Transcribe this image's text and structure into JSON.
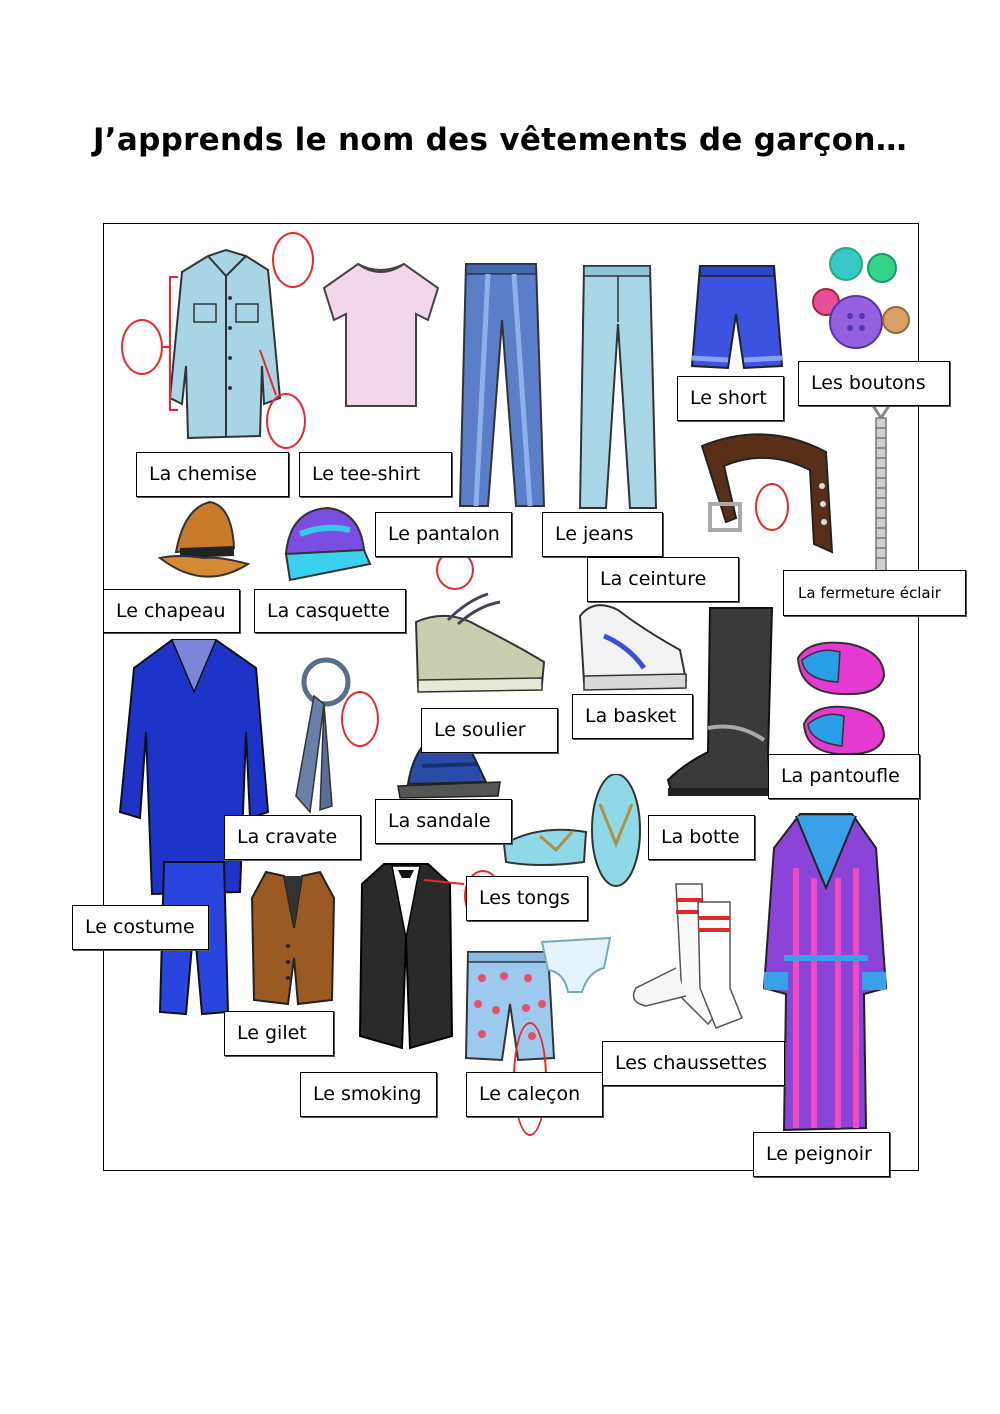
{
  "title": "J’apprends le nom des vêtements de garçon…",
  "labels": {
    "chemise": "La chemise",
    "teeshirt": "Le tee-shirt",
    "pantalon": "Le pantalon",
    "jeans": "Le jeans",
    "short": "Le short",
    "boutons": "Les boutons",
    "ceinture": "La ceinture",
    "fermeture": "La fermeture éclair",
    "chapeau": "Le chapeau",
    "casquette": "La casquette",
    "soulier": "Le soulier",
    "basket": "La basket",
    "botte": "La botte",
    "pantoufle": "La pantoufle",
    "cravate": "La cravate",
    "sandale": "La sandale",
    "tongs": "Les tongs",
    "costume": "Le costume",
    "gilet": "Le gilet",
    "smoking": "Le smoking",
    "calecon": "Le caleçon",
    "chaussettes": "Les chaussettes",
    "peignoir": "Le peignoir"
  },
  "icons": [
    "shirt-icon",
    "tshirt-icon",
    "trousers-icon",
    "jeans-icon",
    "shorts-icon",
    "buttons-icon",
    "zipper-icon",
    "belt-icon",
    "hat-icon",
    "cap-icon",
    "shoe-icon",
    "sneaker-icon",
    "boot-icon",
    "slippers-icon",
    "tie-icon",
    "sandal-icon",
    "flip-flops-icon",
    "suit-icon",
    "vest-icon",
    "tuxedo-icon",
    "boxers-icon",
    "socks-icon",
    "bathrobe-icon"
  ],
  "colors": {
    "circle": "#e8282b"
  }
}
